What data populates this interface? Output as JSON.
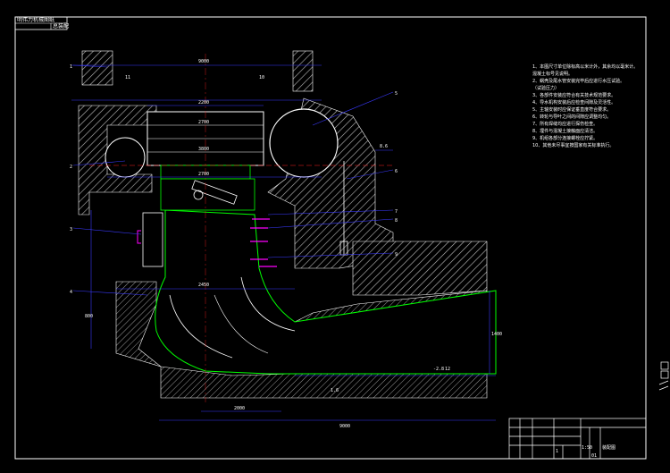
{
  "header": {
    "title_block_label": "明伟力机械图纸",
    "sheet_tag": "总装配"
  },
  "dimensions": {
    "top_span": "9000",
    "upper_width": "2200",
    "upper_width_2": "2700",
    "ring_dia": "3800",
    "mid_dia": "2700",
    "draft_span": "2450",
    "bottom_total": "9000",
    "bottom_seg": "2000",
    "left_height": "800",
    "right_height": "1400",
    "elev_a": "8.6",
    "elev_b": "-2.8",
    "elev_c": "1.6"
  },
  "callouts": [
    "1",
    "2",
    "3",
    "4",
    "5",
    "6",
    "7",
    "8",
    "9",
    "10",
    "11",
    "12"
  ],
  "notes": [
    "1、本图尺寸单位除标高以米计外，其余均以毫米计。",
    "   混凝土标号见说明。",
    "2、蜗壳及尾水管安装完毕后应进行水压试验。",
    "   （试验压力）",
    "3、各部件安装应符合有关技术规范要求。",
    "4、导水机构安装后应检查间隙及灵活性。",
    "5、主轴安装时应保证垂直度符合要求。",
    "6、转轮与导叶之间的间隙应调整均匀。",
    "7、所有焊缝均应进行探伤检查。",
    "8、埋件与混凝土接触面应清洁。",
    "9、机组各部分连接螺栓应拧紧。",
    "10、其他未尽事宜按国家有关标准执行。"
  ],
  "title_block": {
    "drawing_name": "装配图",
    "scale": "1:50",
    "sheet": "01",
    "quantity": "1"
  },
  "colors": {
    "background": "#000000",
    "outline": "#ffffff",
    "concrete": "#cccccc",
    "dimension": "#3a3aff",
    "equipment": "#00ff00",
    "accent": "#ff00ff",
    "centerline": "#ff2020"
  }
}
